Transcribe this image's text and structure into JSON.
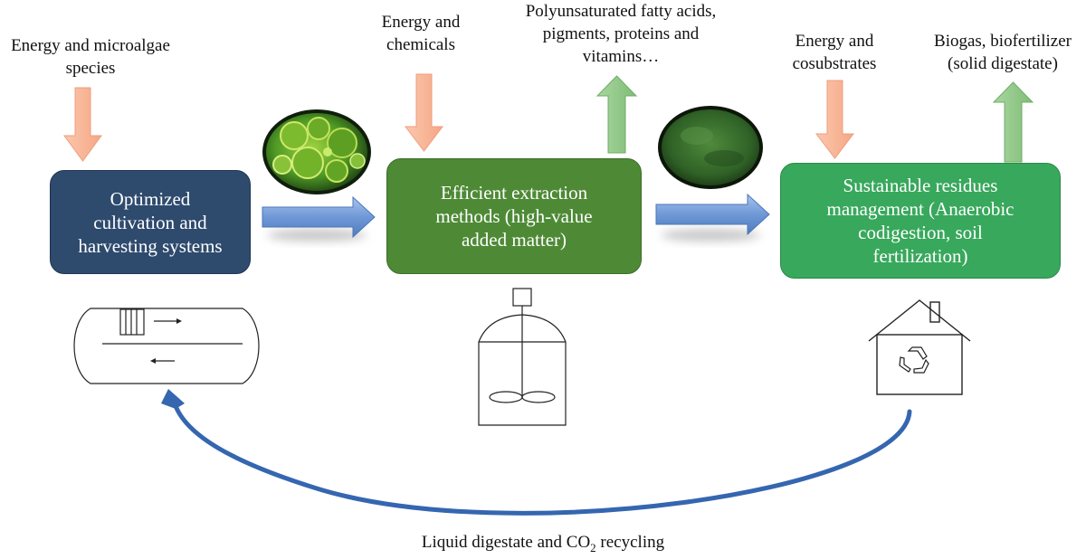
{
  "inputs": {
    "microalgae": "Energy and microalgae\nspecies",
    "chemicals": "Energy and\nchemicals",
    "cosubstrates": "Energy and\ncosubstrates"
  },
  "outputs": {
    "high_value": "Polyunsaturated fatty acids,\npigments, proteins and\nvitamins…",
    "biogas": "Biogas, biofertilizer\n(solid digestate)"
  },
  "stages": {
    "cultivation": "Optimized\ncultivation and\nharvesting systems",
    "extraction": "Efficient extraction\nmethods (high-value\nadded matter)",
    "residues": "Sustainable residues\nmanagement (Anaerobic\ncodigestion, soil\nfertilization)"
  },
  "recycling": {
    "prefix": "Liquid digestate and CO",
    "subscript": "2",
    "suffix": " recycling"
  },
  "colors": {
    "cultivation_box": "#2e4b6e",
    "extraction_box": "#4e8a36",
    "residues_box": "#38a85c",
    "input_arrow": "#f8b79a",
    "output_arrow": "#93c98a",
    "flow_arrow": "#7aa3db",
    "recycle_arrow": "#3566b0"
  }
}
